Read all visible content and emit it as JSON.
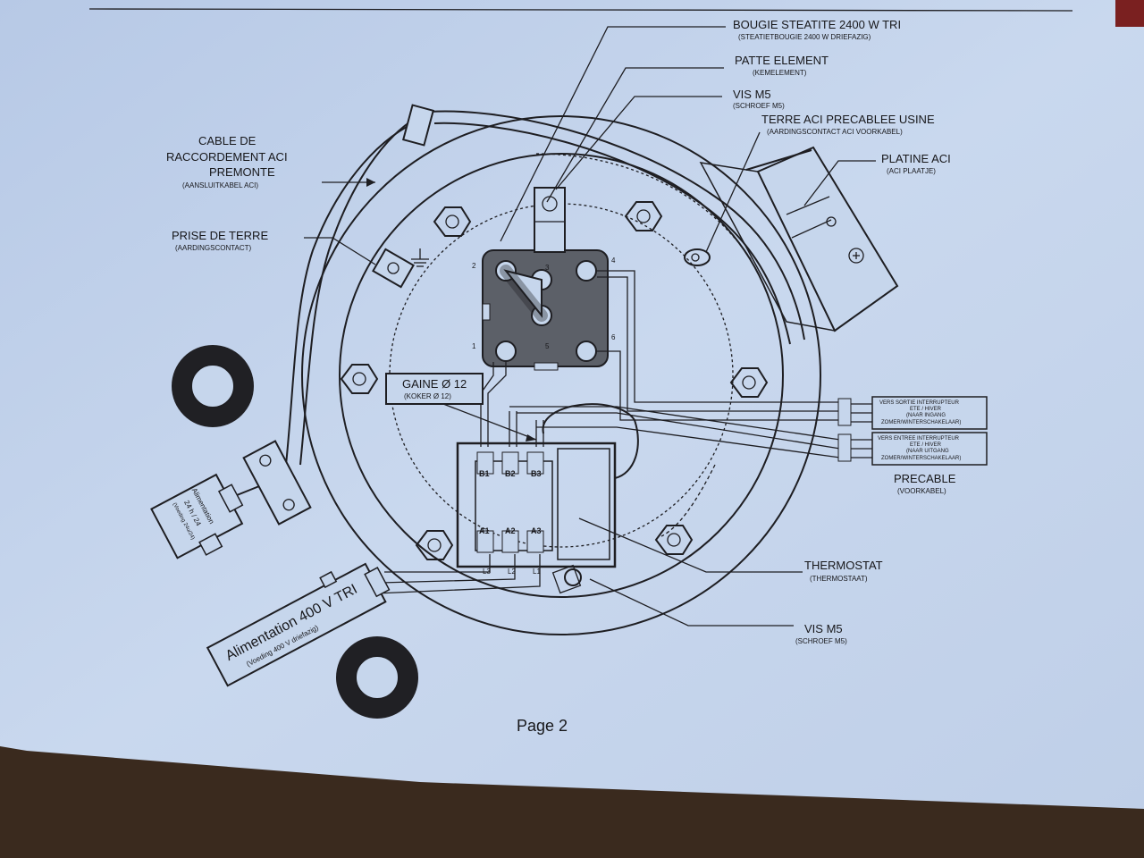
{
  "diagram": {
    "labels": {
      "bougie": "BOUGIE STEATITE  2400 W TRI",
      "bougie_nl": "(STEATIETBOUGIE 2400 W DRIEFAZIG)",
      "patte": "PATTE ELEMENT",
      "patte_nl": "(KEMELEMENT)",
      "vis_top": "VIS M5",
      "vis_top_nl": "(SCHROEF M5)",
      "terre": "TERRE ACI PRECABLEE USINE",
      "terre_nl": "(AARDINGSCONTACT ACI VOORKABEL)",
      "platine": "PLATINE ACI",
      "platine_nl": "(ACI PLAATJE)",
      "cable_1": "CABLE DE",
      "cable_2": "RACCORDEMENT ACI",
      "cable_3": "PREMONTE",
      "cable_nl": "(AANSLUITKABEL ACI)",
      "prise": "PRISE DE TERRE",
      "prise_nl": "(AARDINGSCONTACT)",
      "gaine": "GAINE Ø 12",
      "gaine_nl": "(KOKER Ø 12)",
      "precable": "PRECABLE",
      "precable_nl": "(VOORKABEL)",
      "vers_sortie": "VERS SORTIE INTERRUPTEUR",
      "vers_sortie_2": "ETE / HIVER",
      "vers_sortie_nl": "(NAAR INGANG",
      "vers_sortie_nl2": "ZOMER/WINTERSCHAKELAAR)",
      "vers_entree": "VERS ENTREE INTERRUPTEUR",
      "vers_entree_2": "ETE / HIVER",
      "vers_entree_nl": "(NAAR UITGANG",
      "vers_entree_nl2": "ZOMER/WINTERSCHAKELAAR)",
      "thermostat": "THERMOSTAT",
      "thermostat_nl": "(THERMOSTAAT)",
      "vis_bottom": "VIS M5",
      "vis_bottom_nl": "(SCHROEF M5)",
      "alim_24_1": "Alimentation",
      "alim_24_2": "24 h / 24",
      "alim_24_nl": "(Voeding 24u/24)",
      "alim_400": "Alimentation 400 V TRI",
      "alim_400_nl": "(Voeding 400 V driefazig)",
      "page": "Page 2"
    },
    "terminals_element": [
      "1",
      "2",
      "3",
      "4",
      "5",
      "6"
    ],
    "terminals_thermostat_top": [
      "B1",
      "B2",
      "B3"
    ],
    "terminals_thermostat_mid": [
      "A1",
      "A2",
      "A3"
    ],
    "terminals_thermostat_bottom": [
      "L3",
      "L2",
      "L1"
    ],
    "colors": {
      "paper": "#c6d6ec",
      "ink": "#1e1e22",
      "element_block": "#5c6068",
      "table": "#3a2a1e"
    }
  }
}
